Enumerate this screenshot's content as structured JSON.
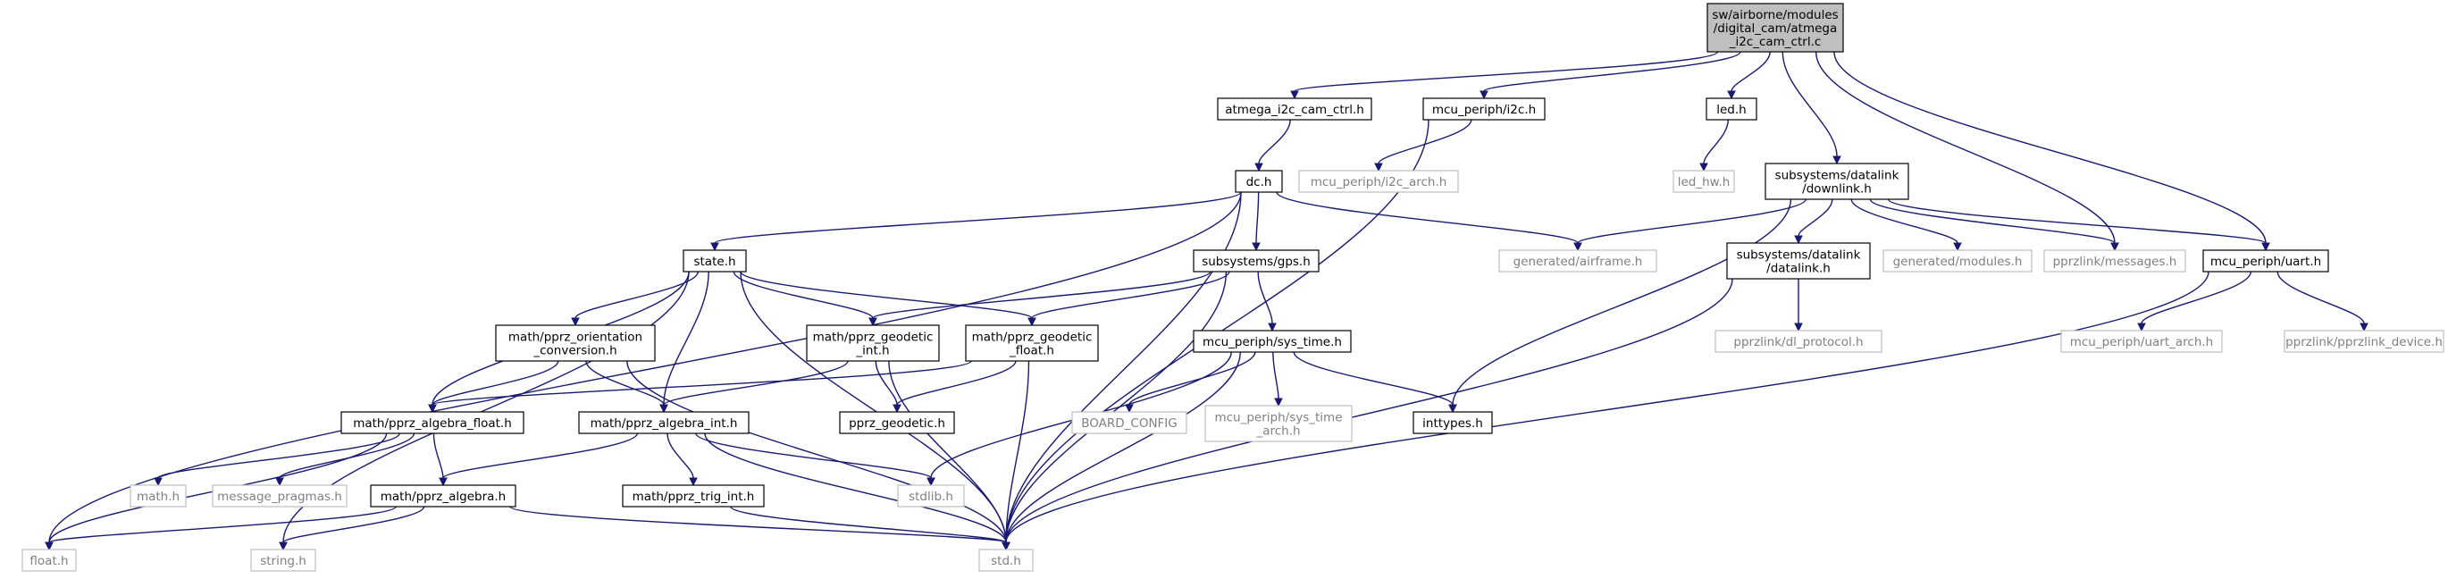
{
  "diagram": {
    "kind": "include-dependency-graph",
    "colors": {
      "root_fill": "#bfbfbf",
      "node_border": "#000000",
      "unresolved_border": "#bfbfbf",
      "unresolved_text": "#808080",
      "edge": "#191970"
    },
    "nodes": [
      {
        "id": "root",
        "lines": [
          "sw/airborne/modules",
          "/digital_cam/atmega",
          "_i2c_cam_ctrl.c"
        ],
        "style": "root"
      },
      {
        "id": "atmega_h",
        "lines": [
          "atmega_i2c_cam_ctrl.h"
        ],
        "style": "normal"
      },
      {
        "id": "i2c_h",
        "lines": [
          "mcu_periph/i2c.h"
        ],
        "style": "normal"
      },
      {
        "id": "led_h",
        "lines": [
          "led.h"
        ],
        "style": "normal"
      },
      {
        "id": "downlink_h",
        "lines": [
          "subsystems/datalink",
          "/downlink.h"
        ],
        "style": "normal"
      },
      {
        "id": "dc_h",
        "lines": [
          "dc.h"
        ],
        "style": "normal"
      },
      {
        "id": "i2c_arch_h",
        "lines": [
          "mcu_periph/i2c_arch.h"
        ],
        "style": "dim"
      },
      {
        "id": "led_hw_h",
        "lines": [
          "led_hw.h"
        ],
        "style": "dim"
      },
      {
        "id": "state_h",
        "lines": [
          "state.h"
        ],
        "style": "normal"
      },
      {
        "id": "gps_h",
        "lines": [
          "subsystems/gps.h"
        ],
        "style": "normal"
      },
      {
        "id": "airframe_h",
        "lines": [
          "generated/airframe.h"
        ],
        "style": "dim"
      },
      {
        "id": "datalink_h",
        "lines": [
          "subsystems/datalink",
          "/datalink.h"
        ],
        "style": "normal"
      },
      {
        "id": "modules_h",
        "lines": [
          "generated/modules.h"
        ],
        "style": "dim"
      },
      {
        "id": "messages_h",
        "lines": [
          "pprzlink/messages.h"
        ],
        "style": "dim"
      },
      {
        "id": "uart_h",
        "lines": [
          "mcu_periph/uart.h"
        ],
        "style": "normal"
      },
      {
        "id": "orient_h",
        "lines": [
          "math/pprz_orientation",
          "_conversion.h"
        ],
        "style": "normal"
      },
      {
        "id": "geo_int_h",
        "lines": [
          "math/pprz_geodetic",
          "_int.h"
        ],
        "style": "normal"
      },
      {
        "id": "geo_float_h",
        "lines": [
          "math/pprz_geodetic",
          "_float.h"
        ],
        "style": "normal"
      },
      {
        "id": "systime_h",
        "lines": [
          "mcu_periph/sys_time.h"
        ],
        "style": "normal"
      },
      {
        "id": "dl_protocol_h",
        "lines": [
          "pprzlink/dl_protocol.h"
        ],
        "style": "dim"
      },
      {
        "id": "uart_arch_h",
        "lines": [
          "mcu_periph/uart_arch.h"
        ],
        "style": "dim"
      },
      {
        "id": "device_h",
        "lines": [
          "pprzlink/pprzlink_device.h"
        ],
        "style": "dim"
      },
      {
        "id": "alg_float_h",
        "lines": [
          "math/pprz_algebra_float.h"
        ],
        "style": "normal"
      },
      {
        "id": "alg_int_h",
        "lines": [
          "math/pprz_algebra_int.h"
        ],
        "style": "normal"
      },
      {
        "id": "geodetic_h",
        "lines": [
          "pprz_geodetic.h"
        ],
        "style": "normal"
      },
      {
        "id": "board_config",
        "lines": [
          "BOARD_CONFIG"
        ],
        "style": "dim"
      },
      {
        "id": "systime_arch_h",
        "lines": [
          "mcu_periph/sys_time",
          "_arch.h"
        ],
        "style": "dim"
      },
      {
        "id": "inttypes_h",
        "lines": [
          "inttypes.h"
        ],
        "style": "normal"
      },
      {
        "id": "math_h",
        "lines": [
          "math.h"
        ],
        "style": "dim"
      },
      {
        "id": "msg_pragmas_h",
        "lines": [
          "message_pragmas.h"
        ],
        "style": "dim"
      },
      {
        "id": "algebra_h",
        "lines": [
          "math/pprz_algebra.h"
        ],
        "style": "normal"
      },
      {
        "id": "trig_int_h",
        "lines": [
          "math/pprz_trig_int.h"
        ],
        "style": "normal"
      },
      {
        "id": "stdlib_h",
        "lines": [
          "stdlib.h"
        ],
        "style": "dim"
      },
      {
        "id": "float_h",
        "lines": [
          "float.h"
        ],
        "style": "dim"
      },
      {
        "id": "string_h",
        "lines": [
          "string.h"
        ],
        "style": "dim"
      },
      {
        "id": "std_h",
        "lines": [
          "std.h"
        ],
        "style": "dim"
      }
    ],
    "edges": [
      [
        "root",
        "atmega_h"
      ],
      [
        "root",
        "i2c_h"
      ],
      [
        "root",
        "led_h"
      ],
      [
        "root",
        "downlink_h"
      ],
      [
        "root",
        "messages_h"
      ],
      [
        "root",
        "uart_h"
      ],
      [
        "atmega_h",
        "dc_h"
      ],
      [
        "i2c_h",
        "i2c_arch_h"
      ],
      [
        "i2c_h",
        "std_h"
      ],
      [
        "led_h",
        "led_hw_h"
      ],
      [
        "dc_h",
        "float_h"
      ],
      [
        "dc_h",
        "state_h"
      ],
      [
        "dc_h",
        "gps_h"
      ],
      [
        "dc_h",
        "airframe_h"
      ],
      [
        "dc_h",
        "std_h"
      ],
      [
        "downlink_h",
        "airframe_h"
      ],
      [
        "downlink_h",
        "inttypes_h"
      ],
      [
        "downlink_h",
        "datalink_h"
      ],
      [
        "downlink_h",
        "modules_h"
      ],
      [
        "downlink_h",
        "messages_h"
      ],
      [
        "downlink_h",
        "uart_h"
      ],
      [
        "state_h",
        "orient_h"
      ],
      [
        "state_h",
        "geo_int_h"
      ],
      [
        "state_h",
        "geo_float_h"
      ],
      [
        "state_h",
        "alg_float_h"
      ],
      [
        "state_h",
        "alg_int_h"
      ],
      [
        "state_h",
        "string_h"
      ],
      [
        "state_h",
        "std_h"
      ],
      [
        "gps_h",
        "geo_int_h"
      ],
      [
        "gps_h",
        "geo_float_h"
      ],
      [
        "gps_h",
        "systime_h"
      ],
      [
        "gps_h",
        "std_h"
      ],
      [
        "datalink_h",
        "dl_protocol_h"
      ],
      [
        "datalink_h",
        "std_h"
      ],
      [
        "uart_h",
        "uart_arch_h"
      ],
      [
        "uart_h",
        "device_h"
      ],
      [
        "uart_h",
        "std_h"
      ],
      [
        "orient_h",
        "alg_float_h"
      ],
      [
        "orient_h",
        "alg_int_h"
      ],
      [
        "orient_h",
        "std_h"
      ],
      [
        "geo_int_h",
        "alg_int_h"
      ],
      [
        "geo_int_h",
        "geodetic_h"
      ],
      [
        "geo_int_h",
        "std_h"
      ],
      [
        "geo_float_h",
        "alg_float_h"
      ],
      [
        "geo_float_h",
        "geodetic_h"
      ],
      [
        "geo_float_h",
        "std_h"
      ],
      [
        "systime_h",
        "board_config"
      ],
      [
        "systime_h",
        "systime_arch_h"
      ],
      [
        "systime_h",
        "inttypes_h"
      ],
      [
        "systime_h",
        "stdlib_h"
      ],
      [
        "systime_h",
        "std_h"
      ],
      [
        "alg_float_h",
        "math_h"
      ],
      [
        "alg_float_h",
        "msg_pragmas_h"
      ],
      [
        "alg_float_h",
        "algebra_h"
      ],
      [
        "alg_float_h",
        "float_h"
      ],
      [
        "alg_int_h",
        "algebra_h"
      ],
      [
        "alg_int_h",
        "trig_int_h"
      ],
      [
        "alg_int_h",
        "stdlib_h"
      ],
      [
        "alg_int_h",
        "std_h"
      ],
      [
        "algebra_h",
        "float_h"
      ],
      [
        "algebra_h",
        "string_h"
      ],
      [
        "algebra_h",
        "std_h"
      ],
      [
        "trig_int_h",
        "std_h"
      ]
    ]
  }
}
